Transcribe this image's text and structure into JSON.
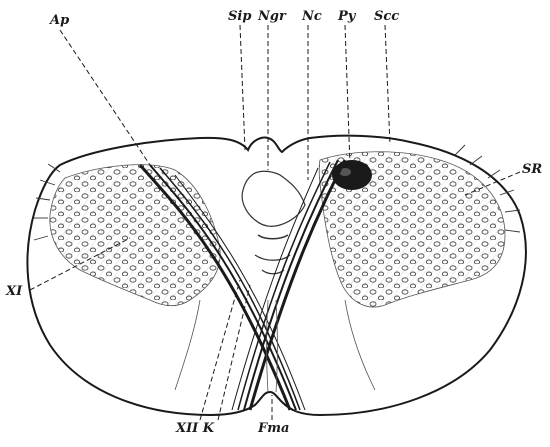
{
  "figure": {
    "labels": {
      "ap": "Ap",
      "sip": "Sip",
      "ngr": "Ngr",
      "nc": "Nc",
      "py": "Py",
      "scc": "Scc",
      "sr": "SR",
      "xi": "XI",
      "xii_k": "XII K",
      "fma": "Fma"
    },
    "colors": {
      "ink": "#1a1a1a",
      "background": "#ffffff"
    }
  }
}
